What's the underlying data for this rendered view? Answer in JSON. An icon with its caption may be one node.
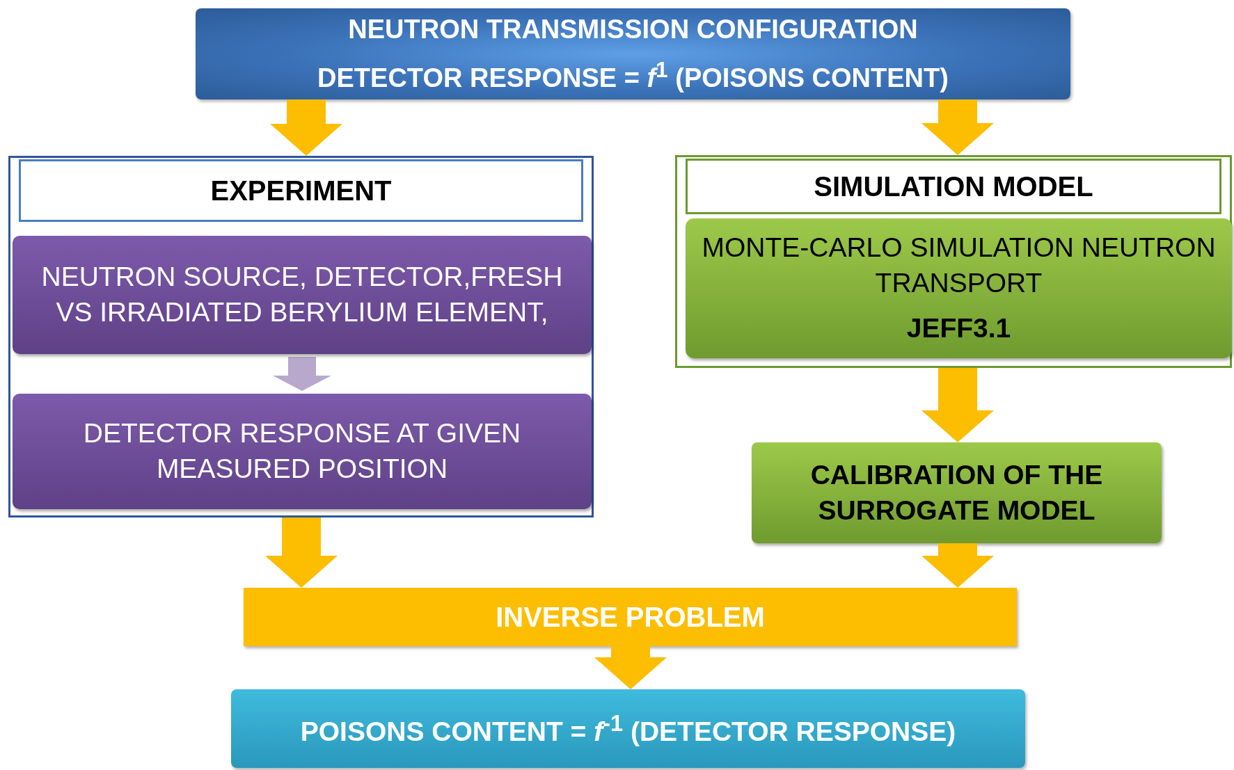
{
  "diagram": {
    "nodes": [
      {
        "text": [
          "NEUTRON TRANSMISSION CONFIGURATION",
          "DETECTOR RESPONSE = *f*$^{1}$ (POISONS CONTENT)"
        ]
      },
      {
        "text": [
          "EXPERIMENT"
        ]
      },
      {
        "text": [
          "NEUTRON SOURCE, DETECTOR,FRESH VS IRRADIATED BERYLIUM ELEMENT,"
        ],
        "in": 1
      },
      {
        "text": [
          "DETECTOR RESPONSE AT GIVEN MEASURED POSITION"
        ],
        "in": 1
      },
      {
        "text": [
          "SIMULATION MODEL"
        ]
      },
      {
        "text": [
          "MONTE-CARLO SIMULATION NEUTRON TRANSPORT",
          "JEFF3.1"
        ],
        "in": 4
      },
      {
        "text": [
          "CALIBRATION OF THE SURROGATE MODEL"
        ]
      },
      {
        "text": [
          "INVERSE PROBLEM"
        ]
      },
      {
        "text": [
          "POISONS CONTENT = *f*$^{-1}$ (DETECTOR RESPONSE)"
        ]
      }
    ],
    "edges": [
      {
        "from": 0,
        "to": 1,
        "arrow": "to"
      },
      {
        "from": 0,
        "to": 4,
        "arrow": "to"
      },
      {
        "from": 2,
        "to": 3,
        "arrow": "to",
        "color": "#b7a8cc"
      },
      {
        "from": 4,
        "to": 6,
        "arrow": "to"
      },
      {
        "from": 1,
        "to": 7,
        "arrow": "to"
      },
      {
        "from": 6,
        "to": 7,
        "arrow": "to"
      },
      {
        "from": 7,
        "to": 8,
        "arrow": "to"
      }
    ]
  }
}
